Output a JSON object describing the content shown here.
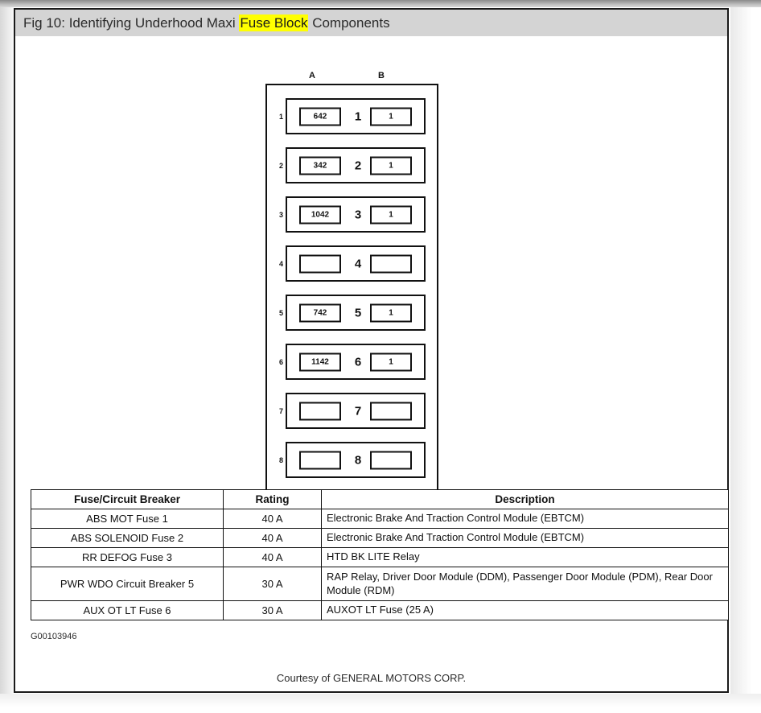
{
  "title": {
    "prefix": "Fig 10: Identifying Underhood Maxi ",
    "highlight": "Fuse Block",
    "suffix": " Components"
  },
  "fuse_block": {
    "column_headers": {
      "a": "A",
      "b": "B"
    },
    "rows": [
      {
        "index": "1",
        "slot_a": "642",
        "middle": "1",
        "slot_b": "1"
      },
      {
        "index": "2",
        "slot_a": "342",
        "middle": "2",
        "slot_b": "1"
      },
      {
        "index": "3",
        "slot_a": "1042",
        "middle": "3",
        "slot_b": "1"
      },
      {
        "index": "4",
        "slot_a": "",
        "middle": "4",
        "slot_b": ""
      },
      {
        "index": "5",
        "slot_a": "742",
        "middle": "5",
        "slot_b": "1"
      },
      {
        "index": "6",
        "slot_a": "1142",
        "middle": "6",
        "slot_b": "1"
      },
      {
        "index": "7",
        "slot_a": "",
        "middle": "7",
        "slot_b": ""
      },
      {
        "index": "8",
        "slot_a": "",
        "middle": "8",
        "slot_b": ""
      }
    ]
  },
  "spec_table": {
    "headers": [
      "Fuse/Circuit Breaker",
      "Rating",
      "Description"
    ],
    "rows": [
      {
        "name": "ABS MOT Fuse 1",
        "rating": "40 A",
        "description": "Electronic Brake And Traction Control Module (EBTCM)"
      },
      {
        "name": "ABS SOLENOID Fuse 2",
        "rating": "40 A",
        "description": "Electronic Brake And Traction Control Module (EBTCM)"
      },
      {
        "name": "RR DEFOG Fuse 3",
        "rating": "40 A",
        "description": "HTD BK LITE Relay"
      },
      {
        "name": "PWR WDO Circuit Breaker 5",
        "rating": "30 A",
        "description": "RAP Relay, Driver Door Module (DDM), Passenger Door Module (PDM), Rear Door Module (RDM)"
      },
      {
        "name": "AUX OT LT Fuse 6",
        "rating": "30 A",
        "description": "AUXOT LT Fuse (25 A)"
      }
    ]
  },
  "figure_code": "G00103946",
  "courtesy": "Courtesy of GENERAL MOTORS CORP.",
  "colors": {
    "title_bar_bg": "#d4d4d4",
    "highlight_bg": "#ffff00",
    "ink": "#111111",
    "frame_border": "#1a1a1a"
  }
}
